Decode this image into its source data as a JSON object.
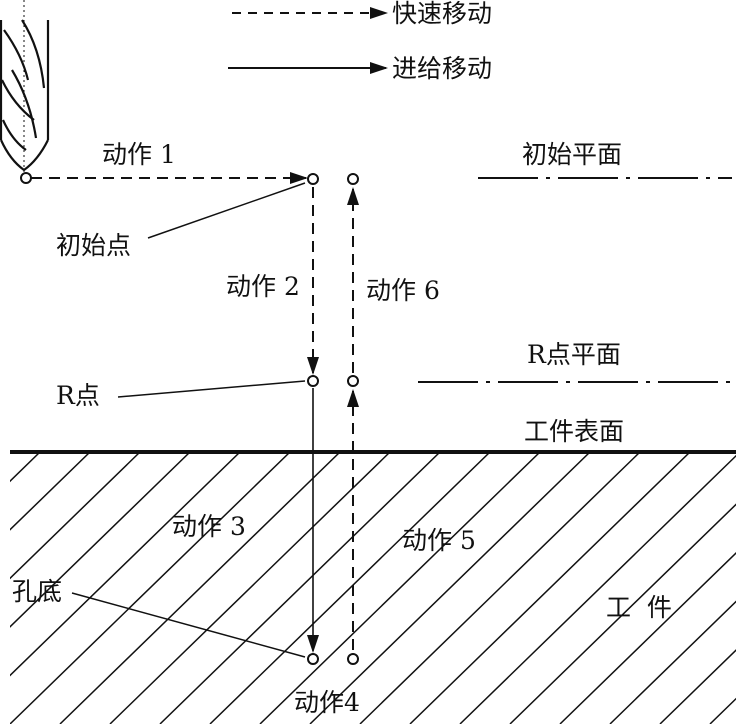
{
  "legend": {
    "rapid": "快速移动",
    "feed": "进给移动"
  },
  "planes": {
    "initial": "初始平面",
    "r_point": "R点平面",
    "surface": "工件表面",
    "workpiece": "工  件"
  },
  "points": {
    "initial": "初始点",
    "r_point": "R点",
    "hole_bottom": "孔底"
  },
  "actions": {
    "a1": "动作 1",
    "a2": "动作 2",
    "a3": "动作 3",
    "a4": "动作4",
    "a5": "动作 5",
    "a6": "动作 6"
  },
  "colors": {
    "ink": "#111111",
    "paper": "#ffffff"
  }
}
